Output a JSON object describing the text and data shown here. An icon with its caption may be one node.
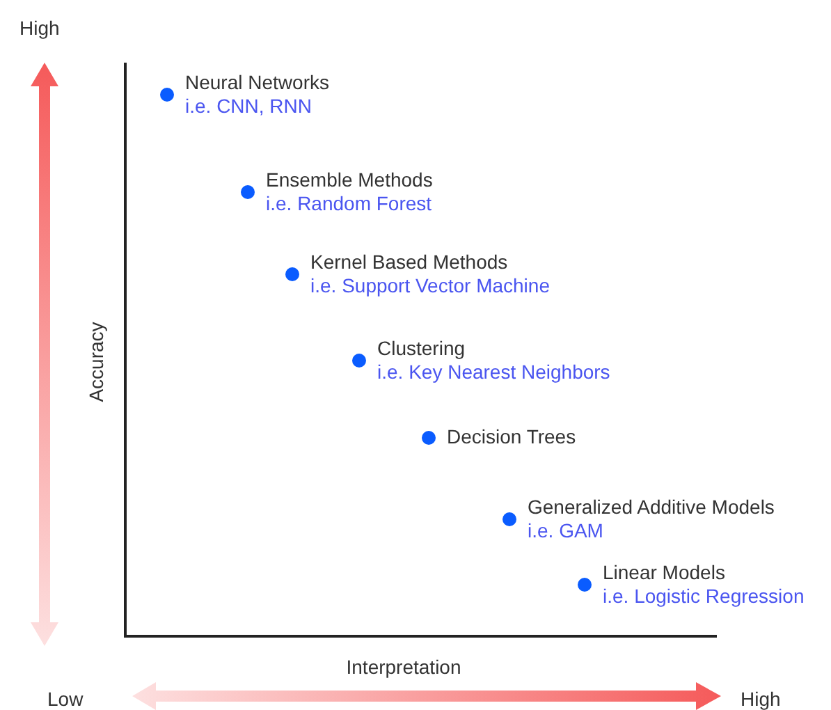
{
  "diagram": {
    "nodes": [
      {
        "text": [
          "Neural Networks",
          "i.e. CNN, RNN"
        ]
      },
      {
        "text": [
          "Ensemble Methods",
          "i.e. Random Forest"
        ]
      },
      {
        "text": [
          "Kernel Based Methods",
          "i.e. Support Vector Machine"
        ]
      },
      {
        "text": [
          "Clustering",
          "i.e. Key Nearest Neighbors"
        ]
      },
      {
        "text": [
          "Decision Trees"
        ]
      },
      {
        "text": [
          "Generalized Additive Models",
          "i.e. GAM"
        ]
      },
      {
        "text": [
          "Linear Models",
          "i.e. Logistic Regression"
        ]
      }
    ],
    "labels": [
      "High",
      "Accuracy",
      "Interpretation",
      "Low",
      "High"
    ]
  }
}
